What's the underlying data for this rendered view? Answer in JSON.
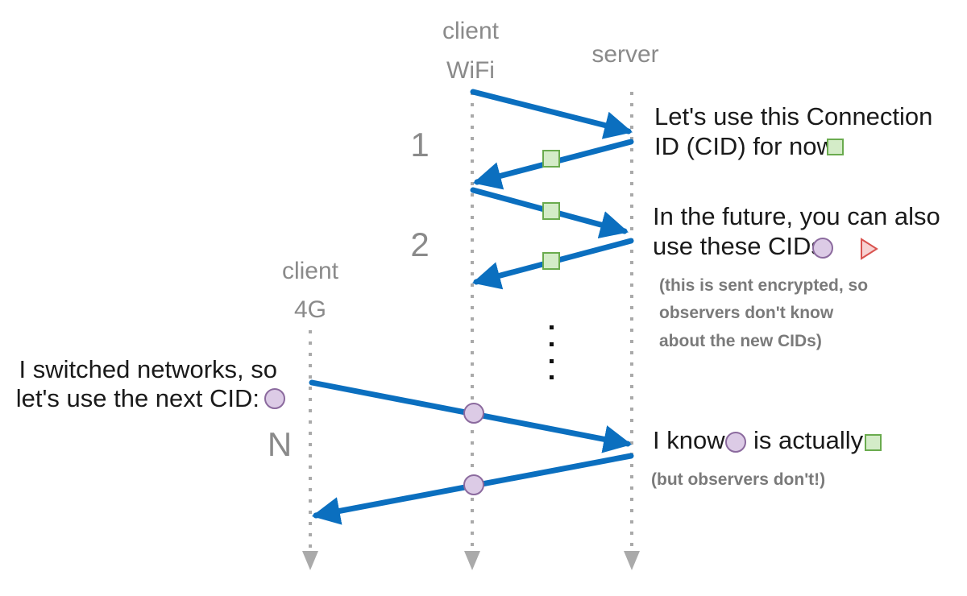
{
  "headers": {
    "client_wifi_line1": "client",
    "client_wifi_line2": "WiFi",
    "server": "server",
    "client_4g_line1": "client",
    "client_4g_line2": "4G"
  },
  "steps": {
    "one": "1",
    "two": "2",
    "n": "N"
  },
  "messages": {
    "step1_line1": "Let's use this Connection",
    "step1_line2": "ID (CID) for now:",
    "step2_line1": "In the future, you can also",
    "step2_line2": "use these CIDs:",
    "step2_note_line1": "(this is sent encrypted, so",
    "step2_note_line2": "observers don't know",
    "step2_note_line3": "about the new CIDs)",
    "switch_line1": "I switched networks, so",
    "switch_line2": "let's use the next CID:",
    "know_a": "I know",
    "know_b": "is actually",
    "know_note": "(but observers don't!)"
  },
  "colors": {
    "arrow": "#0b6fbf",
    "lifeline": "#aaaaaa",
    "cid_square_fill": "#d4ecc8",
    "cid_square_stroke": "#6aab4e",
    "cid_circle_fill": "#dccbe6",
    "cid_circle_stroke": "#8b6a9e",
    "cid_triangle_fill": "#f7d2d2",
    "cid_triangle_stroke": "#d9534f"
  },
  "icons": [
    "cid-square-icon",
    "cid-circle-icon",
    "cid-triangle-icon",
    "vertical-ellipsis-icon"
  ]
}
